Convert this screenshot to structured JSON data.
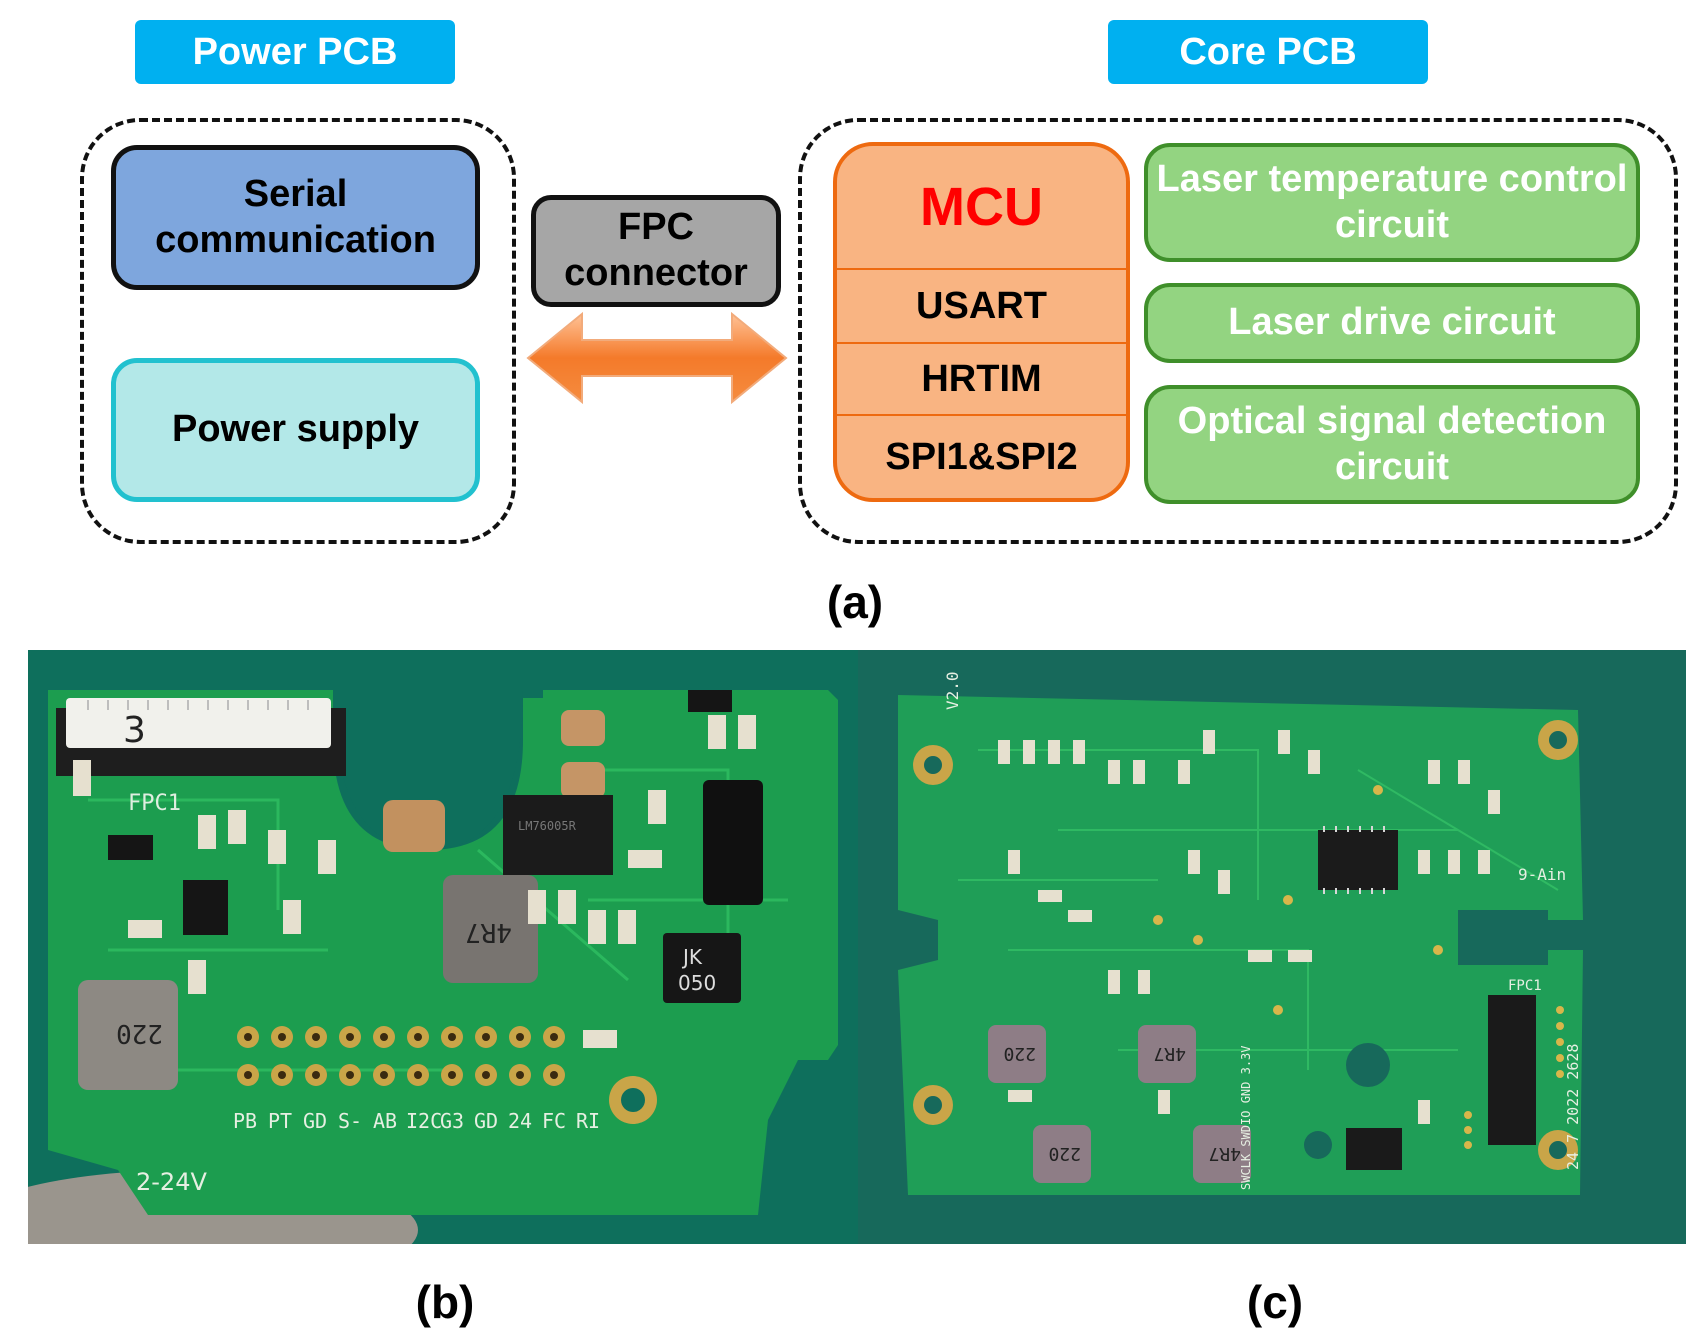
{
  "labels": {
    "power_pcb": "Power PCB",
    "core_pcb": "Core PCB",
    "serial": "Serial communication",
    "power_supply": "Power supply",
    "fpc": "FPC connector",
    "mcu": "MCU",
    "usart": "USART",
    "hrtim": "HRTIM",
    "spi": "SPI1&SPI2",
    "laser_temp": "Laser temperature control circuit",
    "laser_drive": "Laser drive circuit",
    "optical": "Optical signal detection circuit",
    "panel_a": "(a)",
    "panel_b": "(b)",
    "panel_c": "(c)"
  },
  "photo_b_text": {
    "fpc1": "FPC1",
    "ic": "LM76005R",
    "ind_4r7": "4R7",
    "ind_220": "220",
    "jk": "JK",
    "jk2": "050",
    "connector_num": "3",
    "voltage": "2-24V",
    "pins": [
      "PB",
      "PT",
      "GD",
      "S-",
      "AB",
      "I2C",
      "G3",
      "GD",
      "24",
      "FC",
      "RI"
    ]
  },
  "photo_c_text": {
    "rev": "V2.0",
    "ind_a": "220",
    "ind_b": "4R7",
    "ind_c": "220",
    "ind_d": "4R7",
    "date": "24 7 2022 2628",
    "fpc": "FPC1",
    "ain": "9-Ain",
    "swd": "SWCLK SWDIO GND 3.3V"
  },
  "colors": {
    "tag": "#00b0f0",
    "serial": "#7ea6dd",
    "power": "#b3e8e8",
    "fpc": "#a6a6a6",
    "mcu": "#f9b482",
    "mcu_title": "#ff0000",
    "green": "#93d481",
    "arrow": "#f47a2a",
    "pcb": "#1a9e50",
    "bg": "#0e6f5c"
  }
}
